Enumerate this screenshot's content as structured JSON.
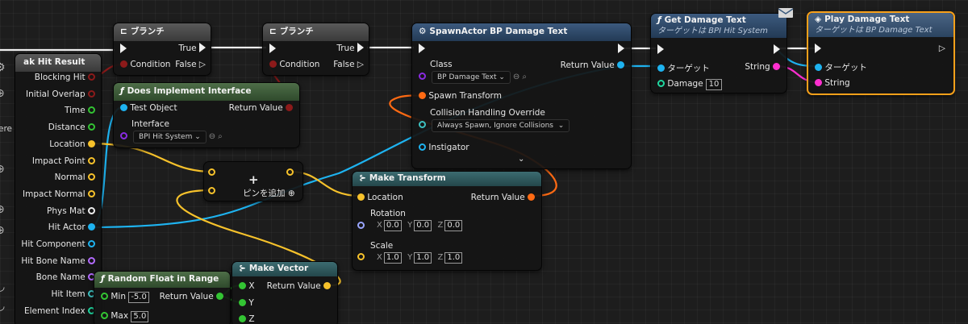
{
  "colors": {
    "exec": "#f0f0f0",
    "bool": "#8c1a1a",
    "float": "#33c433",
    "vector": "#f7c22b",
    "object": "#1eb3f0",
    "class": "#8a2be2",
    "transform": "#ff6a13",
    "string": "#ff2fd0",
    "struct": "#3dc0c0",
    "name": "#b36bff",
    "int": "#20d7a0",
    "selection": "#f7a01a"
  },
  "left_edge_text": "ere",
  "branch1": {
    "title": "ブランチ",
    "condition": "Condition",
    "true": "True",
    "false": "False"
  },
  "branch2": {
    "title": "ブランチ",
    "condition": "Condition",
    "true": "True",
    "false": "False"
  },
  "break_hit": {
    "title": "ak Hit Result",
    "pins": [
      "Blocking Hit",
      "Initial Overlap",
      "Time",
      "Distance",
      "Location",
      "Impact Point",
      "Normal",
      "Impact Normal",
      "Phys Mat",
      "Hit Actor",
      "Hit Component",
      "Hit Bone Name",
      "Bone Name",
      "Hit Item",
      "Element Index"
    ]
  },
  "does_implement": {
    "title": "Does Implement Interface",
    "test_object": "Test Object",
    "return_value": "Return Value",
    "interface_label": "Interface",
    "interface_value": "BPI Hit System"
  },
  "add_pin": {
    "label": "ピンを追加"
  },
  "spawn_actor": {
    "title": "SpawnActor BP Damage Text",
    "class_label": "Class",
    "class_value": "BP Damage Text",
    "return_value": "Return Value",
    "spawn_transform": "Spawn Transform",
    "collision_label": "Collision Handling Override",
    "collision_value": "Always Spawn, Ignore Collisions",
    "instigator": "Instigator"
  },
  "make_transform": {
    "title": "Make Transform",
    "location": "Location",
    "return_value": "Return Value",
    "rotation": "Rotation",
    "scale": "Scale",
    "rot": {
      "x": "0.0",
      "y": "0.0",
      "z": "0.0"
    },
    "scl": {
      "x": "1.0",
      "y": "1.0",
      "z": "1.0"
    },
    "axis_x": "X",
    "axis_y": "Y",
    "axis_z": "Z"
  },
  "get_damage": {
    "title": "Get Damage Text",
    "subtitle": "ターゲットは BPI Hit System",
    "target": "ターゲット",
    "string": "String",
    "damage_label": "Damage",
    "damage_value": "10"
  },
  "play_damage": {
    "title": "Play Damage Text",
    "subtitle": "ターゲットは BP Damage Text",
    "target": "ターゲット",
    "string": "String"
  },
  "random_float": {
    "title": "Random Float in Range",
    "min_label": "Min",
    "min_value": "-5.0",
    "max_label": "Max",
    "max_value": "5.0",
    "return_value": "Return Value"
  },
  "make_vector": {
    "title": "Make Vector",
    "x": "X",
    "y": "Y",
    "z": "Z",
    "return_value": "Return Value"
  }
}
